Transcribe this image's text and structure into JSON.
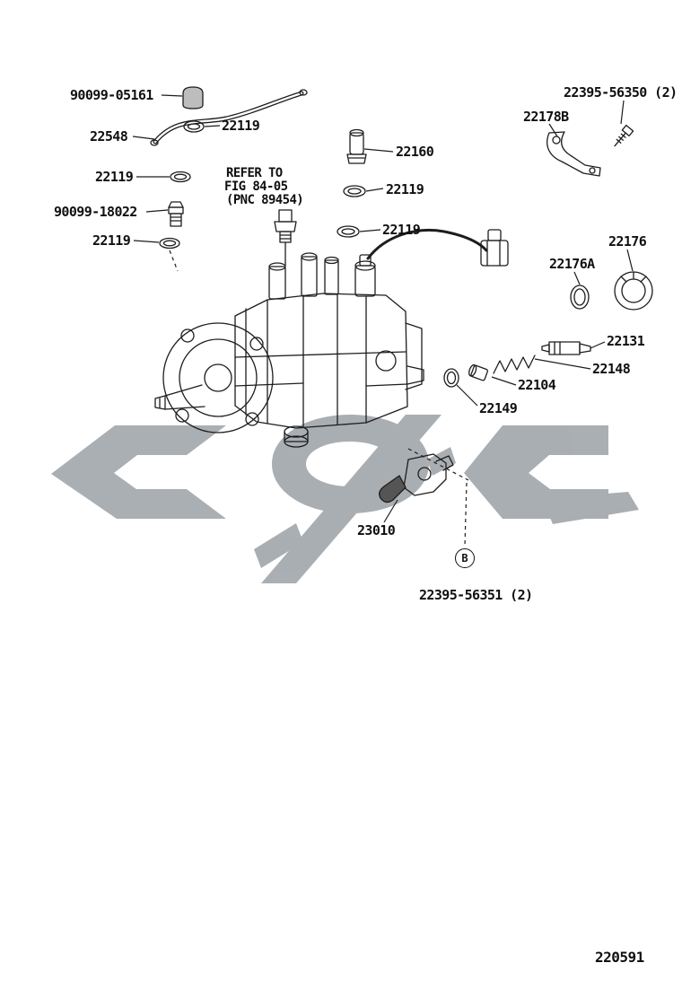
{
  "figure_number": "220591",
  "note": {
    "line1": "REFER TO",
    "line2": "FIG 84-05",
    "line3": "(PNC 89454)"
  },
  "callout_b": {
    "letter": "B"
  },
  "labels": [
    {
      "text": "90099-05161"
    },
    {
      "text": "22548"
    },
    {
      "text": "22119"
    },
    {
      "text": "22119"
    },
    {
      "text": "90099-18022"
    },
    {
      "text": "22119"
    },
    {
      "text": "22160"
    },
    {
      "text": "22119"
    },
    {
      "text": "22119"
    },
    {
      "text": "22395-56350 (2)"
    },
    {
      "text": "22178B"
    },
    {
      "text": "22176"
    },
    {
      "text": "22176A"
    },
    {
      "text": "22131"
    },
    {
      "text": "22148"
    },
    {
      "text": "22104"
    },
    {
      "text": "22149"
    },
    {
      "text": "23010"
    },
    {
      "text": "22395-56351 (2)"
    }
  ],
  "colors": {
    "line": "#1d1d1d",
    "watermark": "#9ba1a6",
    "background": "#ffffff"
  }
}
